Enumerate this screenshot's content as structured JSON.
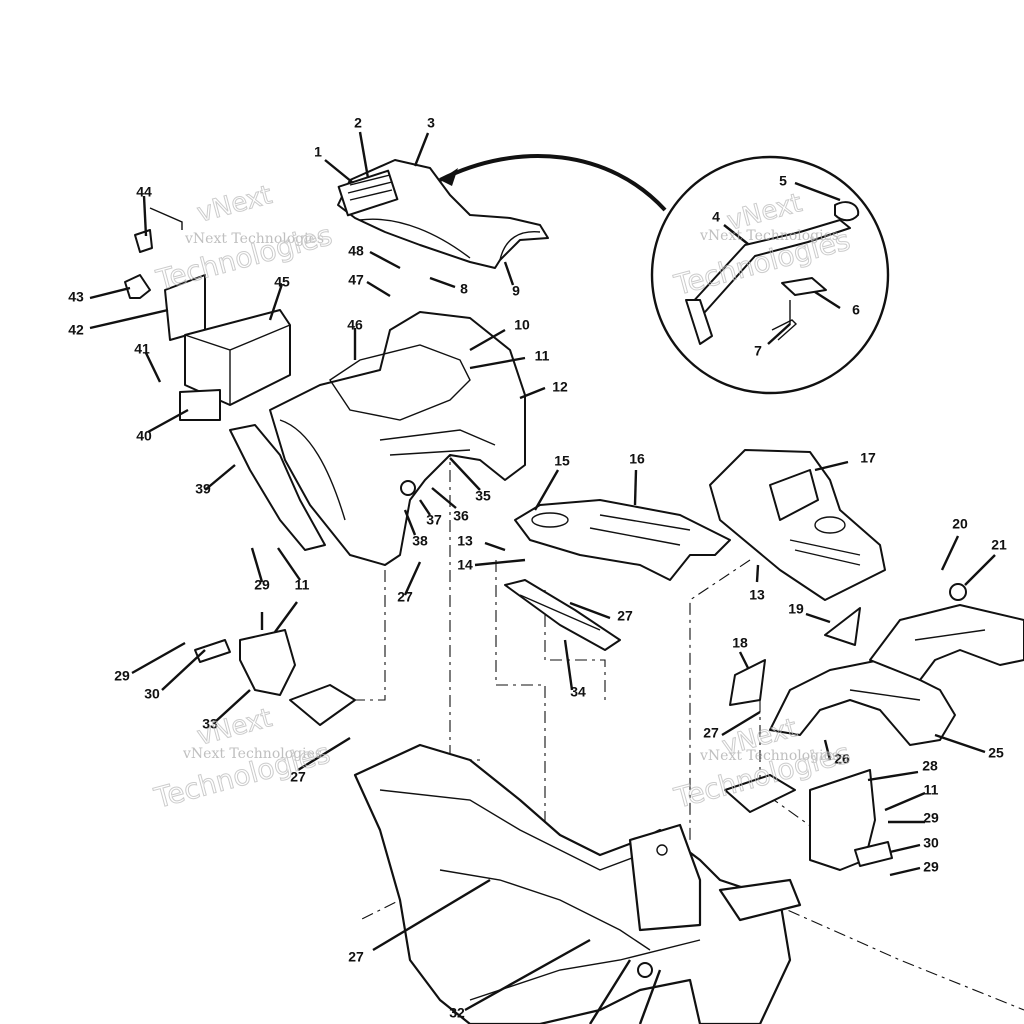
{
  "watermark": {
    "line1": "vNext",
    "line2": "Technologies",
    "line3": "vNext Technologies"
  },
  "callouts": [
    {
      "label": "1"
    },
    {
      "label": "2"
    },
    {
      "label": "3"
    },
    {
      "label": "4"
    },
    {
      "label": "5"
    },
    {
      "label": "6"
    },
    {
      "label": "7"
    },
    {
      "label": "8"
    },
    {
      "label": "9"
    },
    {
      "label": "10"
    },
    {
      "label": "11"
    },
    {
      "label": "12"
    },
    {
      "label": "13"
    },
    {
      "label": "14"
    },
    {
      "label": "15"
    },
    {
      "label": "16"
    },
    {
      "label": "17"
    },
    {
      "label": "18"
    },
    {
      "label": "19"
    },
    {
      "label": "20"
    },
    {
      "label": "21"
    },
    {
      "label": "25"
    },
    {
      "label": "26"
    },
    {
      "label": "27"
    },
    {
      "label": "28"
    },
    {
      "label": "29"
    },
    {
      "label": "30"
    },
    {
      "label": "32"
    },
    {
      "label": "33"
    },
    {
      "label": "34"
    },
    {
      "label": "35"
    },
    {
      "label": "36"
    },
    {
      "label": "37"
    },
    {
      "label": "38"
    },
    {
      "label": "39"
    },
    {
      "label": "40"
    },
    {
      "label": "41"
    },
    {
      "label": "42"
    },
    {
      "label": "43"
    },
    {
      "label": "44"
    },
    {
      "label": "45"
    },
    {
      "label": "46"
    },
    {
      "label": "47"
    },
    {
      "label": "48"
    }
  ]
}
